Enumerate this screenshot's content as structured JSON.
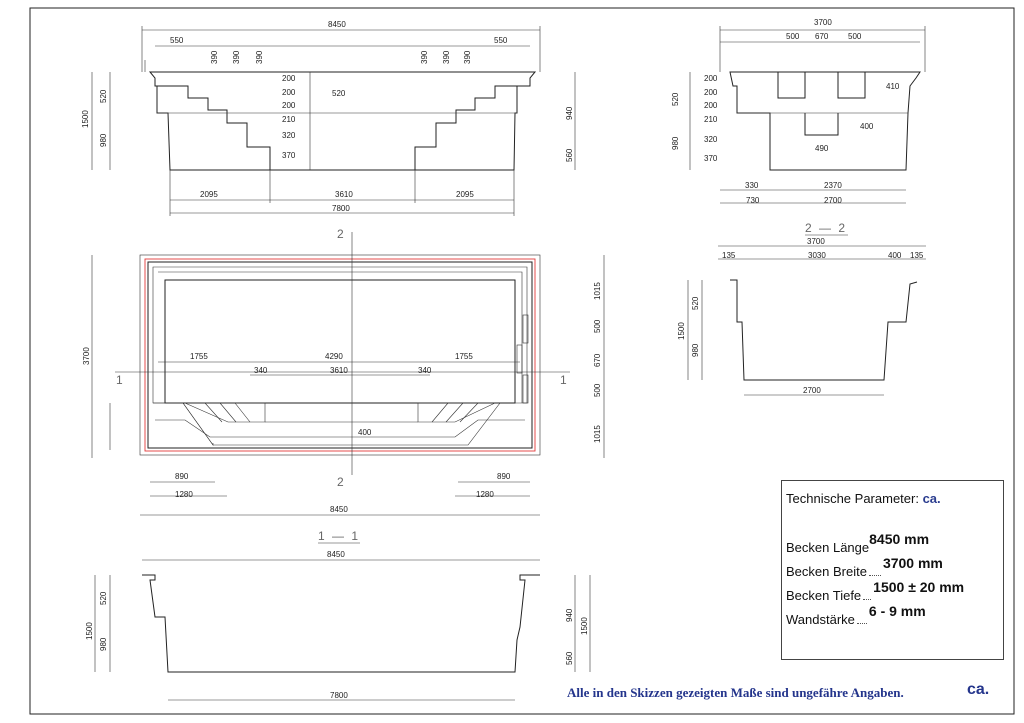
{
  "top_view": {
    "overall_length": "8450",
    "left_step_width": "550",
    "right_step_width": "550",
    "step_widths": [
      "390",
      "390",
      "390"
    ],
    "step_heights": [
      "200",
      "200",
      "200",
      "210",
      "320",
      "370"
    ],
    "shallow_depth": "520",
    "total_depth": "1500",
    "deep_depth": "980",
    "right_upper": "940",
    "right_lower": "560",
    "bottom_left": "2095",
    "bottom_mid": "3610",
    "bottom_right": "2095",
    "bottom_total": "7800"
  },
  "side_view": {
    "overall_width": "3700",
    "seg_a": "500",
    "seg_b": "670",
    "seg_c": "500",
    "heights": [
      "200",
      "200",
      "200",
      "210",
      "320",
      "370"
    ],
    "shallow": "520",
    "deep": "980",
    "dim_410": "410",
    "dim_400": "400",
    "dim_490": "490",
    "dim_330": "330",
    "dim_730": "730",
    "dim_2370": "2370",
    "dim_2700": "2700"
  },
  "section_22": {
    "label": "2 — 2",
    "overall_width": "3700",
    "left_ledge": "135",
    "middle": "3030",
    "right_step": "400",
    "right_ledge": "135",
    "upper": "520",
    "total": "1500",
    "lower": "980",
    "bottom": "2700"
  },
  "plan_view": {
    "height": "3700",
    "left_len": "1755",
    "mid_len": "4290",
    "right_len": "1755",
    "left_step": "340",
    "stair_len": "3610",
    "right_step": "340",
    "stair_depth": "400",
    "right_1015_top": "1015",
    "right_500_a": "500",
    "right_670": "670",
    "right_500_b": "500",
    "right_1015_bottom": "1015",
    "bl_890": "890",
    "bl_1280": "1280",
    "br_890": "890",
    "br_1280": "1280",
    "overall": "8450",
    "cut_2": "2",
    "cut_1": "1"
  },
  "section_11": {
    "label": "1 — 1",
    "overall": "8450",
    "left_upper": "520",
    "left_total": "1500",
    "left_lower": "980",
    "right_upper": "940",
    "right_total": "1500",
    "right_lower": "560",
    "bottom": "7800"
  },
  "params": {
    "title": "Technische Parameter:",
    "brand": "ca.",
    "rows": [
      {
        "label": "Becken Länge",
        "value": "8450 mm"
      },
      {
        "label": "Becken Breite",
        "value": "3700 mm"
      },
      {
        "label": "Becken Tiefe",
        "value": "1500 ± 20 mm"
      },
      {
        "label": "Wandstärke",
        "value": "6 - 9 mm"
      }
    ]
  },
  "footnote": "Alle in den Skizzen gezeigten Maße sind ungefähre Angaben.",
  "footer_logo": "ca."
}
